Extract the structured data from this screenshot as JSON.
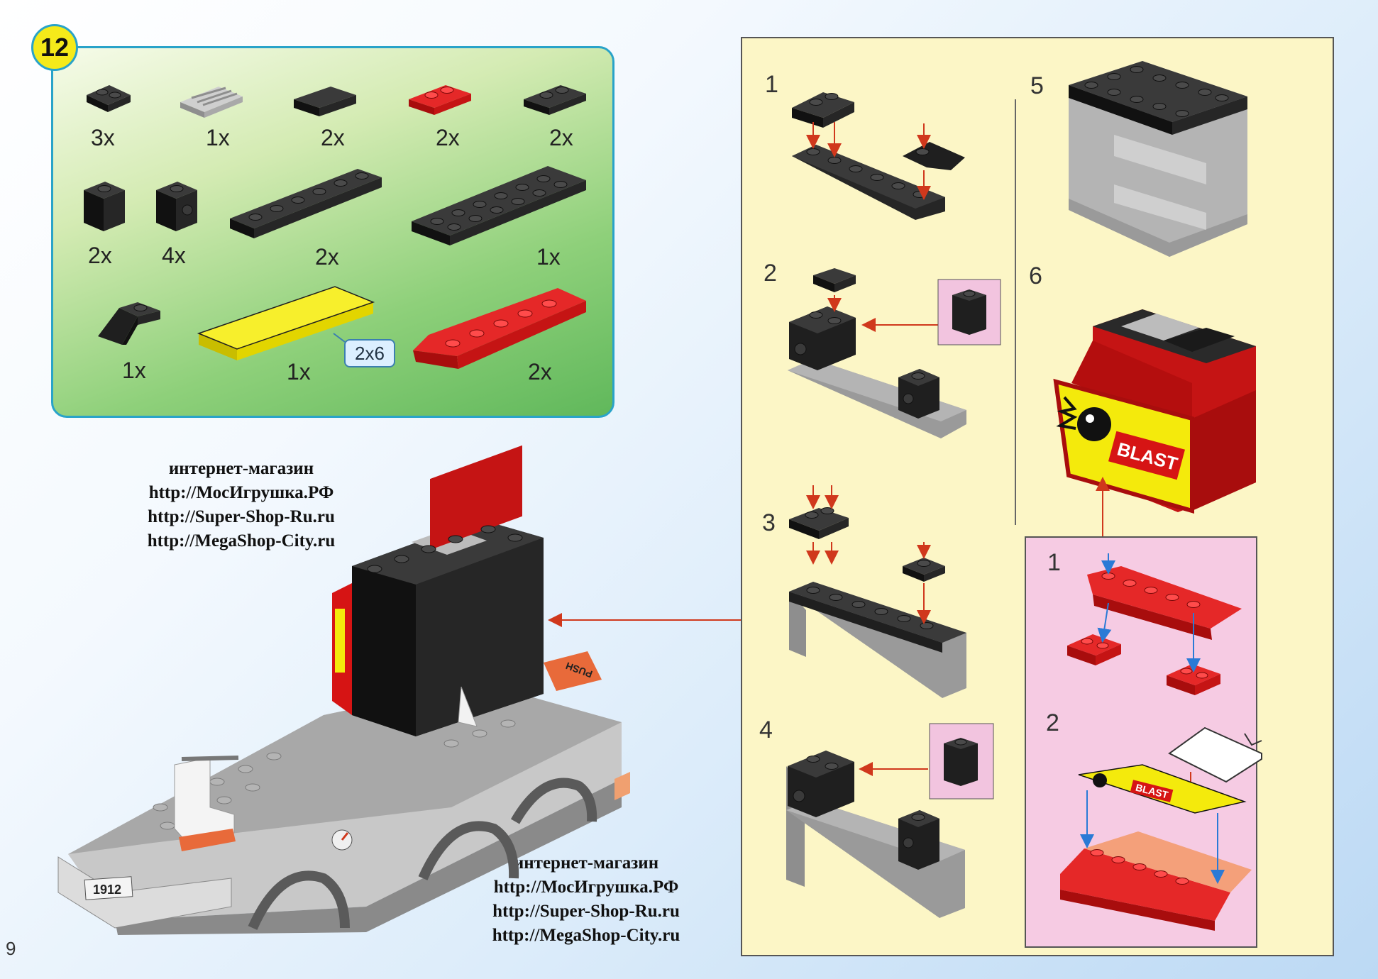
{
  "step_number": "12",
  "parts": [
    {
      "qty": "3x",
      "color": "#1f1f1f",
      "name": "plate-1x2"
    },
    {
      "qty": "1x",
      "color": "#b9b9b9",
      "name": "grille-tile-1x2"
    },
    {
      "qty": "2x",
      "color": "#1f1f1f",
      "name": "tile-1x2"
    },
    {
      "qty": "2x",
      "color": "#d61414",
      "name": "plate-1x2"
    },
    {
      "qty": "2x",
      "color": "#1f1f1f",
      "name": "plate-1x2"
    },
    {
      "qty": "2x",
      "color": "#1f1f1f",
      "name": "brick-1x1"
    },
    {
      "qty": "4x",
      "color": "#1f1f1f",
      "name": "brick-1x1-stud-side"
    },
    {
      "qty": "2x",
      "color": "#1f1f1f",
      "name": "plate-1x6"
    },
    {
      "qty": "1x",
      "color": "#1f1f1f",
      "name": "plate-2x6"
    },
    {
      "qty": "1x",
      "color": "#1f1f1f",
      "name": "slope-1x2"
    },
    {
      "qty": "1x",
      "color": "#f4ea0c",
      "name": "tile-2x6"
    },
    {
      "qty": "2x",
      "color": "#d61414",
      "name": "wedge-plate"
    }
  ],
  "tile_size_label": "2x6",
  "sub_steps": [
    "1",
    "2",
    "3",
    "4",
    "5",
    "6"
  ],
  "inset_steps": [
    "1",
    "2"
  ],
  "sticker_text": "BLAST",
  "vehicle_plate": "1912",
  "vehicle_push_label": "PUSH",
  "store_blocks": [
    {
      "lines": [
        "интернет-магазин",
        "http://МосИгрушка.РФ",
        "http://Super-Shop-Ru.ru",
        "http://MegaShop-City.ru"
      ]
    },
    {
      "lines": [
        "интернет-магазин",
        "http://МосИгрушка.РФ",
        "http://Super-Shop-Ru.ru",
        "http://MegaShop-City.ru"
      ]
    }
  ],
  "page_number": "9",
  "colors": {
    "black_brick": "#1f1f1f",
    "grey_brick": "#a9a9a9",
    "red_brick": "#d61414",
    "yellow_brick": "#f4ea0c",
    "arrow": "#d0381c",
    "blue_arrow": "#2a7ad6"
  }
}
